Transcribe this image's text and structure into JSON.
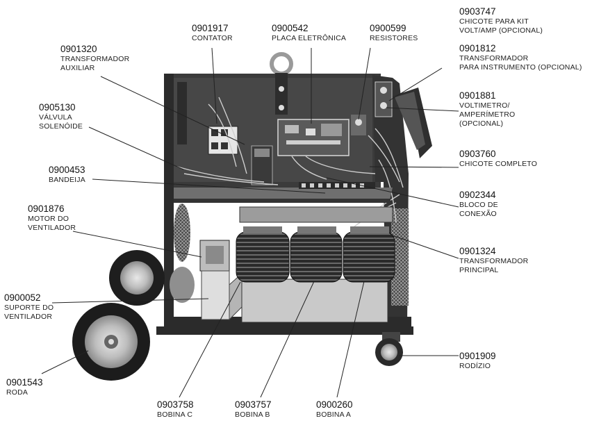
{
  "callouts": [
    {
      "code": "0903747",
      "lines": [
        "CHICOTE PARA KIT",
        "VOLT/AMP (OPCIONAL)"
      ]
    },
    {
      "code": "0901812",
      "lines": [
        "TRANSFORMADOR",
        "PARA INSTRUMENTO (OPCIONAL)"
      ]
    },
    {
      "code": "0901881",
      "lines": [
        "VOLTIMETRO/",
        "AMPERÍMETRO",
        "(OPCIONAL)"
      ]
    },
    {
      "code": "0903760",
      "lines": [
        "CHICOTE COMPLETO"
      ]
    },
    {
      "code": "0902344",
      "lines": [
        "BLOCO DE",
        "CONEXÃO"
      ]
    },
    {
      "code": "0901324",
      "lines": [
        "TRANSFORMADOR",
        "PRINCIPAL"
      ]
    },
    {
      "code": "0901909",
      "lines": [
        "RODÍZIO"
      ]
    },
    {
      "code": "0901917",
      "lines": [
        "CONTATOR"
      ]
    },
    {
      "code": "0900542",
      "lines": [
        "PLACA ELETRÔNICA"
      ]
    },
    {
      "code": "0900599",
      "lines": [
        "RESISTORES"
      ]
    },
    {
      "code": "0901320",
      "lines": [
        "TRANSFORMADOR",
        "AUXILIAR"
      ]
    },
    {
      "code": "0905130",
      "lines": [
        "VÁLVULA",
        "SOLENÓIDE"
      ]
    },
    {
      "code": "0900453",
      "lines": [
        "BANDEIJA"
      ]
    },
    {
      "code": "0901876",
      "lines": [
        "MOTOR DO",
        "VENTILADOR"
      ]
    },
    {
      "code": "0900052",
      "lines": [
        "SUPORTE DO",
        "VENTILADOR"
      ]
    },
    {
      "code": "0901543",
      "lines": [
        "RODA"
      ]
    },
    {
      "code": "0903758",
      "lines": [
        "BOBINA C"
      ]
    },
    {
      "code": "0903757",
      "lines": [
        "BOBINA B"
      ]
    },
    {
      "code": "0900260",
      "lines": [
        "BOBINA A"
      ]
    }
  ]
}
